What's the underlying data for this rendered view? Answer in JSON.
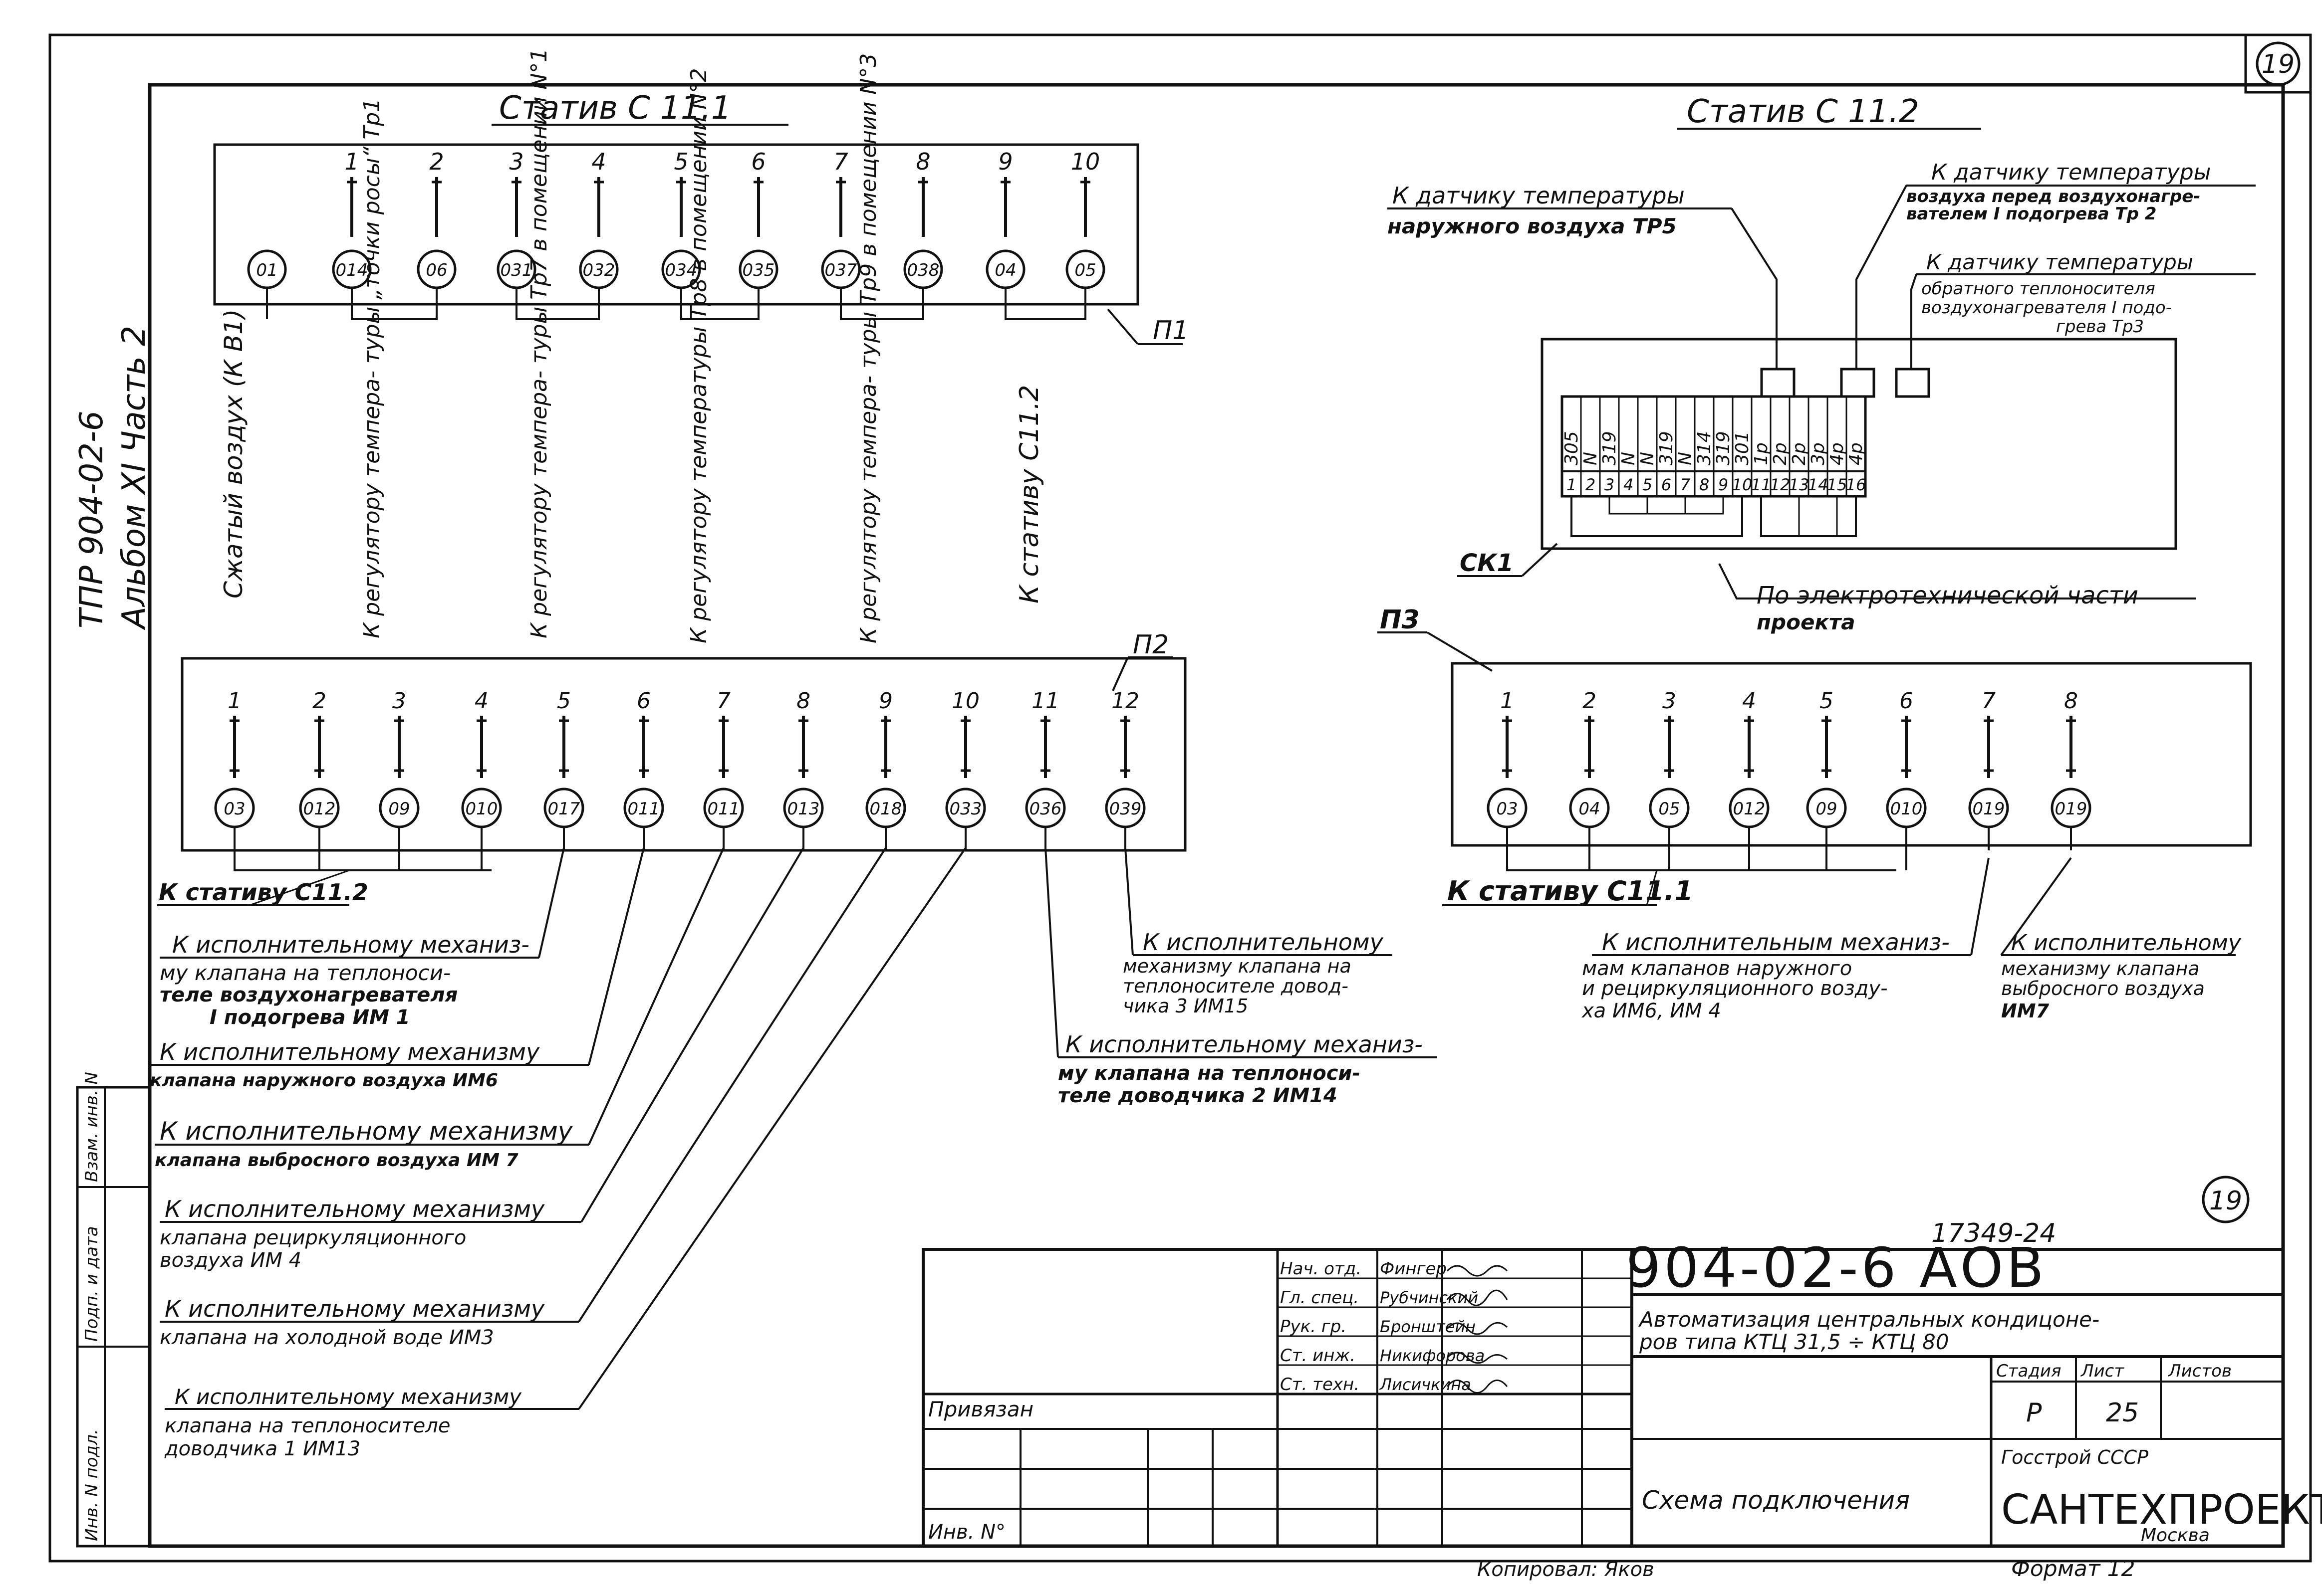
{
  "sheet_number": "19",
  "sheet_number_bottom": "19",
  "side_title": {
    "line1": "ТПР 904-02-6",
    "line2": "Альбом XI Часть 2"
  },
  "left_stamp": {
    "labels": [
      "Инв. N подл.",
      "Подп. и дата",
      "Взам. инв. N"
    ]
  },
  "rack1": {
    "title": "Статив С 11.1",
    "panel_label": "П1",
    "terminals": [
      "1",
      "2",
      "3",
      "4",
      "5",
      "6",
      "7",
      "8",
      "9",
      "10"
    ],
    "wires": [
      "01",
      "014",
      "06",
      "031",
      "032",
      "034",
      "035",
      "037",
      "038",
      "04",
      "05"
    ],
    "annotations": [
      "Сжатый воздух (К В1)",
      "К регулятору темпера- туры „точки росы“ Тр1",
      "К регулятору темпера- туры Тр7 в помещении N°1",
      "К регулятору температуры Тр8 в помещении N°2",
      "К регулятору темпера- туры Тр9 в помещении N°3",
      "К стативу С11.2"
    ]
  },
  "rack2": {
    "title": "Статив С 11.2",
    "box_label": "СК1",
    "top_row": [
      "305",
      "N",
      "319",
      "N",
      "N",
      "319",
      "N",
      "314",
      "319",
      "301",
      "1р",
      "2р",
      "2р",
      "3р",
      "4р",
      "4р"
    ],
    "bottom_row": [
      "1",
      "2",
      "3",
      "4",
      "5",
      "6",
      "7",
      "8",
      "9",
      "10",
      "11",
      "12",
      "13",
      "14",
      "15",
      "16"
    ],
    "note_tp5": "К датчику температуры наружного воздуха ТР5",
    "note_tp2": [
      "К датчику температуры",
      "воздуха перед воздухонагре-",
      "вателем I подогрева Тр 2"
    ],
    "note_tp3": [
      "К датчику температуры",
      "обратного теплоносителя",
      "воздухонагревателя I подо-",
      "грева Тр3"
    ],
    "note_el": [
      "По электротехнической части",
      "проекта"
    ]
  },
  "panel2": {
    "label": "П2",
    "terminals": [
      "1",
      "2",
      "3",
      "4",
      "5",
      "6",
      "7",
      "8",
      "9",
      "10",
      "11",
      "12"
    ],
    "wires": [
      "03",
      "012",
      "09",
      "010",
      "017",
      "011",
      "011",
      "013",
      "018",
      "033",
      "036",
      "039"
    ],
    "link_label": "К стативу С11.2",
    "notes": [
      [
        "К исполнительному механиз-",
        "му клапана на теплоноси-",
        "теле воздухонагревателя",
        "I подогрева ИМ 1"
      ],
      [
        "К исполнительному механизму",
        "клапана наружного воздуха ИМ6"
      ],
      [
        "К исполнительному механизму",
        "клапана выбросного воздуха ИМ 7"
      ],
      [
        "К исполнительному механизму",
        "клапана рециркуляционного",
        "воздуха ИМ 4"
      ],
      [
        "К исполнительному механизму",
        "клапана на холодной воде ИМ3"
      ],
      [
        "К исполнительному механизму",
        "клапана на теплоносителе",
        "доводчика 1 ИМ13"
      ],
      [
        "К исполнительному",
        "механизму клапана на",
        "теплоносителе довод-",
        "чика 3 ИМ15"
      ],
      [
        "К исполнительному механиз-",
        "му клапана на теплоноси-",
        "теле доводчика 2 ИМ14"
      ]
    ]
  },
  "panel3": {
    "label": "П3",
    "terminals": [
      "1",
      "2",
      "3",
      "4",
      "5",
      "6",
      "7",
      "8"
    ],
    "wires": [
      "03",
      "04",
      "05",
      "012",
      "09",
      "010",
      "019",
      "019"
    ],
    "link_label": "К стативу С11.1",
    "notes": [
      [
        "К исполнительным механиз-",
        "мам клапанов наружного",
        "и рециркуляционного возду-",
        "ха ИМ6, ИМ 4"
      ],
      [
        "К исполнительному",
        "механизму клапана",
        "выбросного воздуха",
        "ИМ7"
      ]
    ]
  },
  "title_block": {
    "doc_code": "904-02-6 АОВ",
    "inventory": "17349-24",
    "roles": [
      "Нач. отд.",
      "Гл. спец.",
      "Рук. гр.",
      "Ст. инж.",
      "Ст. техн."
    ],
    "names": [
      "Фингер",
      "Рубчинский",
      "Бронштейн",
      "Никифорова",
      "Лисичкина"
    ],
    "description": [
      "Автоматизация центральных кондицоне-",
      "ров типа КТЦ 31,5 ÷ КТЦ 80"
    ],
    "stage_label": "Стадия",
    "sheet_label": "Лист",
    "sheets_label": "Листов",
    "stage": "Р",
    "sheet": "25",
    "scheme_title": "Схема подключения",
    "org_top": "Госстрой СССР",
    "org_name": "САНТЕХПРОЕКТ",
    "org_city": "Москва",
    "bound_label": "Привязан",
    "inv_label": "Инв. N°",
    "copied": "Копировал: Яков",
    "format": "Формат 12"
  }
}
